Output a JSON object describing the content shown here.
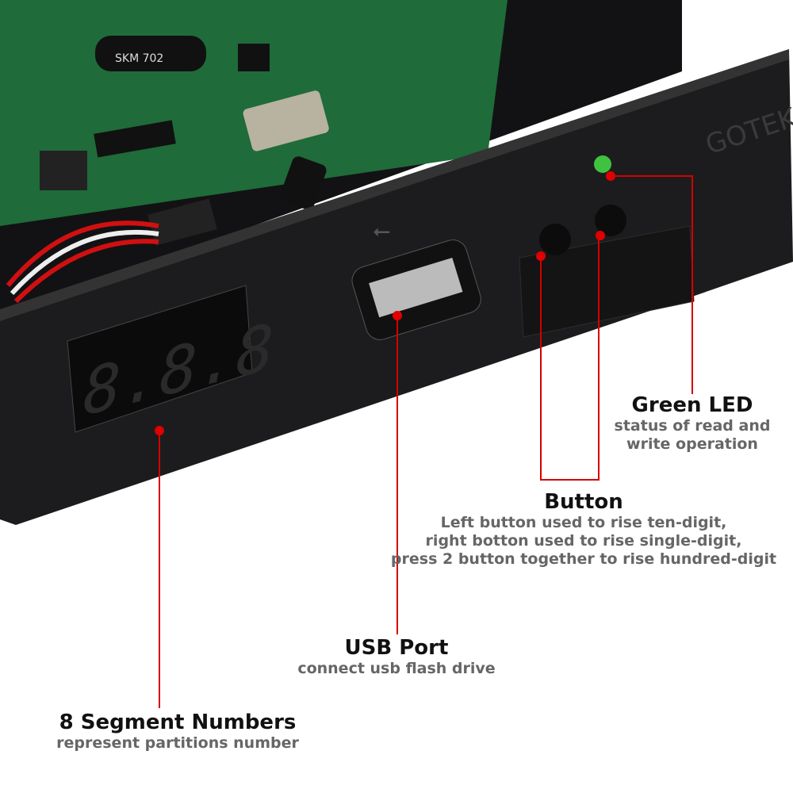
{
  "device": {
    "brand_text": "GOTEK",
    "display_digits": "8.8.8",
    "capacitor_text": "SKM 702"
  },
  "colors": {
    "callout": "#d40000",
    "pcb": "#1f6b3a",
    "panel": "#1a1a1c",
    "led": "#3fc23f"
  },
  "callouts": {
    "led": {
      "title": "Green LED",
      "lines": [
        "status of read and",
        "write operation"
      ]
    },
    "button": {
      "title": "Button",
      "lines": [
        "Left button used to rise ten-digit,",
        "right botton used to rise single-digit,",
        "press 2 button together to rise hundred-digit"
      ]
    },
    "usb": {
      "title": "USB Port",
      "lines": [
        "connect usb flash drive"
      ]
    },
    "segment": {
      "title": "8 Segment Numbers",
      "lines": [
        "represent partitions number"
      ]
    }
  }
}
